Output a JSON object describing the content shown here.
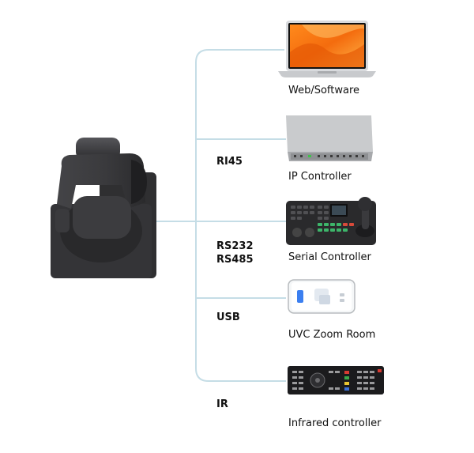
{
  "devices": [
    {
      "id": "laptop",
      "label": "Web/Software",
      "icon": "laptop-icon"
    },
    {
      "id": "ip",
      "label": "IP Controller",
      "icon": "network-switch-icon"
    },
    {
      "id": "serial",
      "label": "Serial Controller",
      "icon": "ptz-keyboard-controller-icon"
    },
    {
      "id": "usb",
      "label": "UVC Zoom Room",
      "icon": "smartphone-icon"
    },
    {
      "id": "ir",
      "label": "Infrared controller",
      "icon": "ir-remote-icon"
    }
  ],
  "protocols": {
    "ri45": "RI45",
    "rs232": "RS232",
    "rs485": "RS485",
    "usb": "USB",
    "ir": "IR"
  },
  "camera": {
    "icon": "ptz-camera-icon"
  },
  "colors": {
    "connector": "#c5dde6",
    "label": "#111111",
    "camera_body": "#3a3a3c"
  }
}
